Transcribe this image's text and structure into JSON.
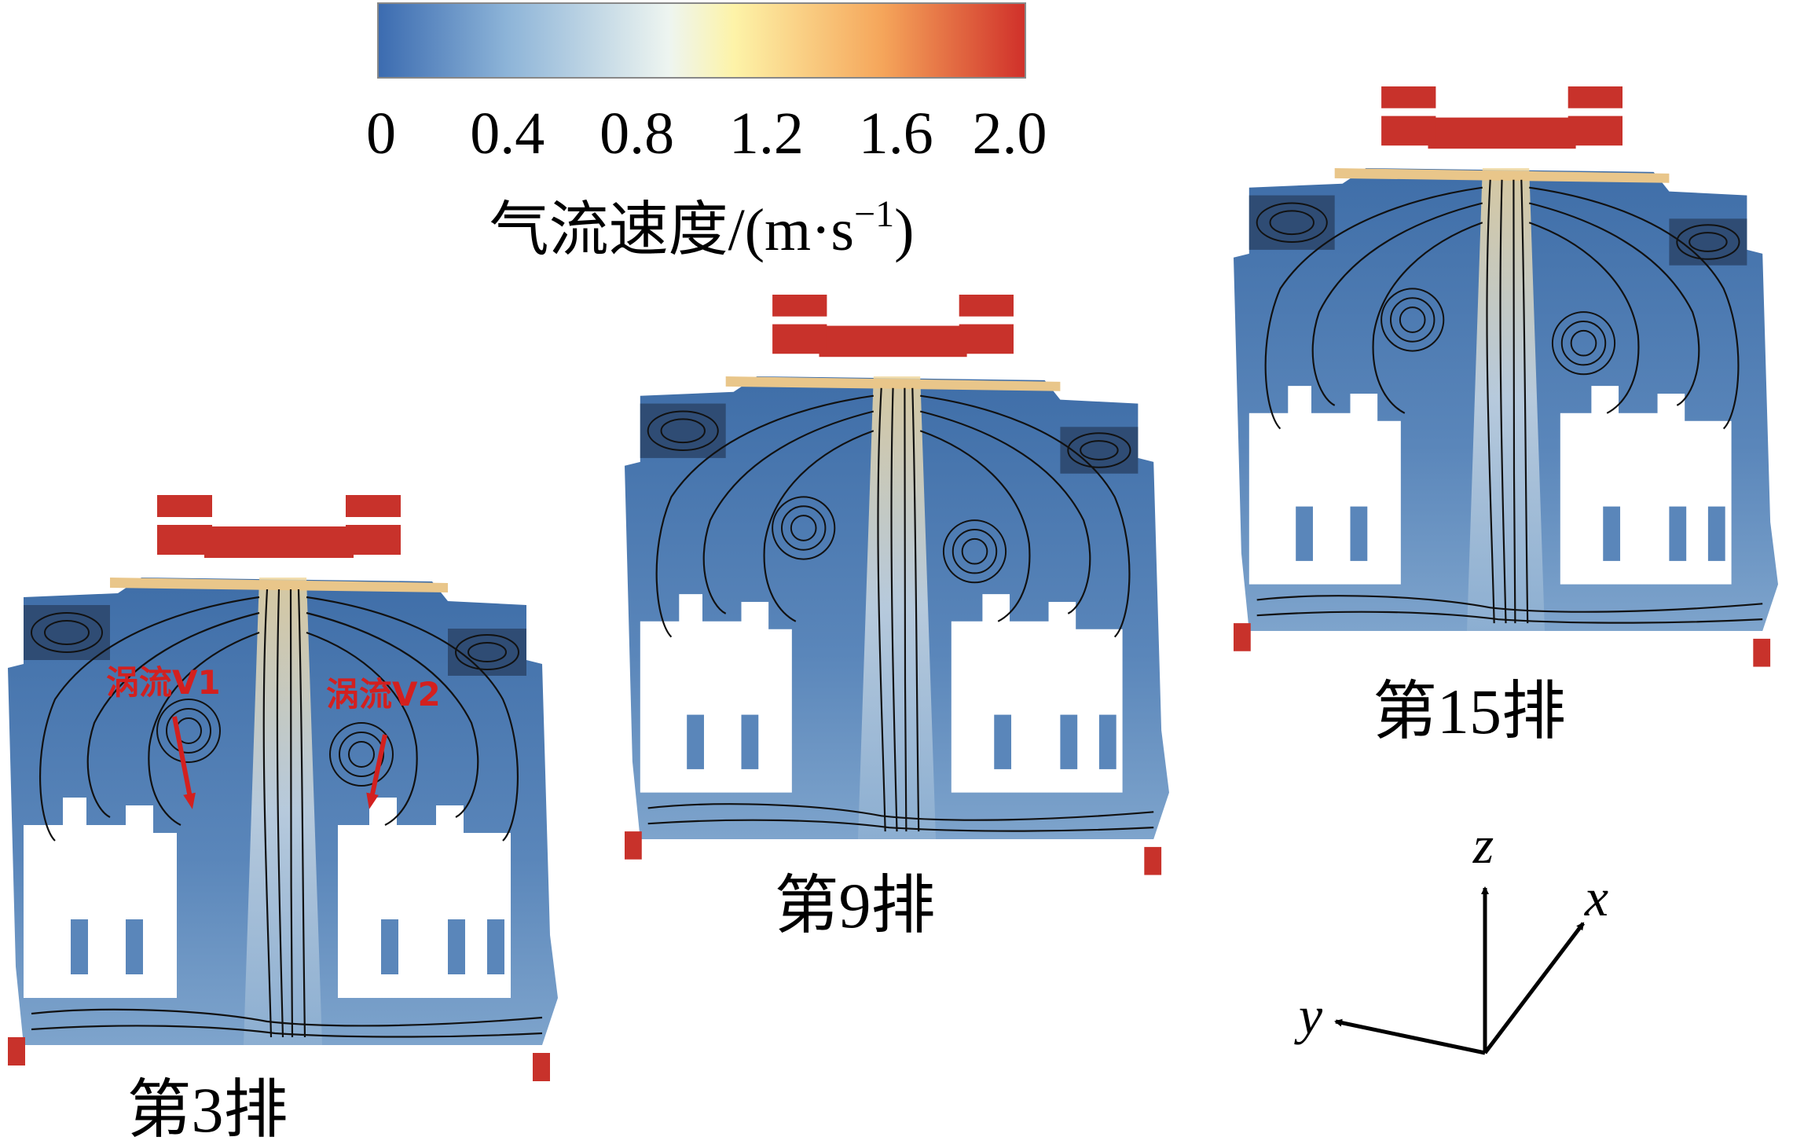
{
  "colorbar": {
    "ticks": [
      "0",
      "0.4",
      "0.8",
      "1.2",
      "1.6",
      "2.0"
    ],
    "tick_values": [
      0,
      0.4,
      0.8,
      1.2,
      1.6,
      2.0
    ],
    "range": [
      0,
      2.0
    ],
    "label": "气流速度/(m·s",
    "label_sup": "−1",
    "label_close": ")",
    "stops": [
      "#3b6bb0",
      "#8db4d8",
      "#eef5f0",
      "#fdf3a8",
      "#f5a55a",
      "#d0302a"
    ]
  },
  "panels": [
    {
      "id": "row3",
      "label": "第3排"
    },
    {
      "id": "row9",
      "label": "第9排"
    },
    {
      "id": "row15",
      "label": "第15排"
    }
  ],
  "annotations": {
    "vortex1": "涡流V1",
    "vortex2": "涡流V2",
    "color": "#d3201f"
  },
  "axes": {
    "z": "z",
    "x": "x",
    "y": "y"
  },
  "colors": {
    "cabin_fill": "#4f7db3",
    "cabin_light": "#9fbfdc",
    "streamline": "#111111",
    "vent_red": "#c8322b"
  }
}
